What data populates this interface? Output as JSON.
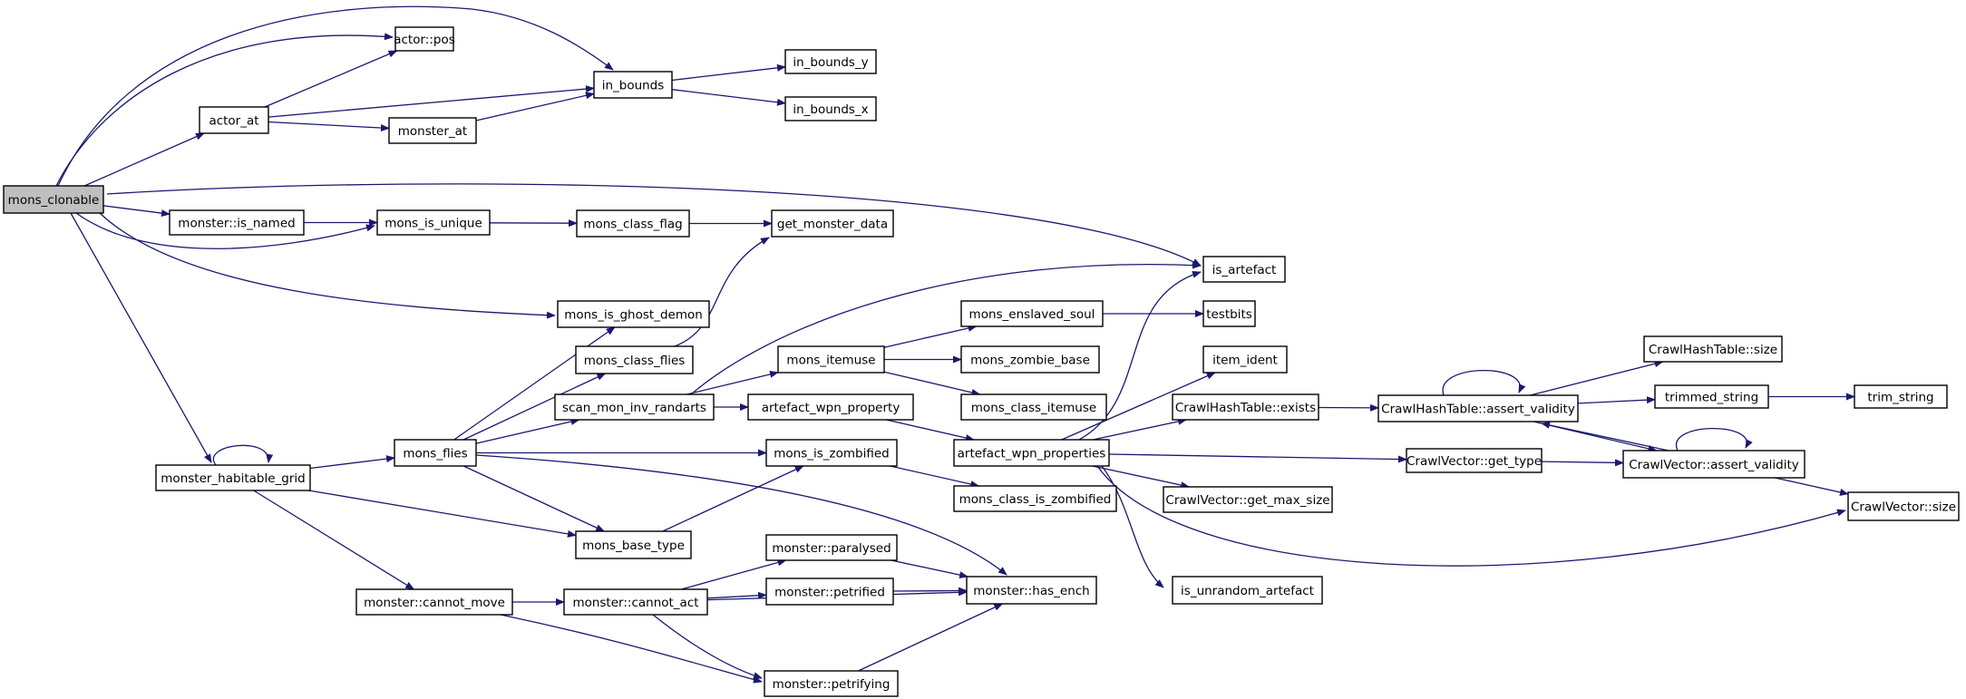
{
  "colors": {
    "edge": "#191970",
    "root_fill": "#bfbfbf",
    "node_fill": "#ffffff",
    "node_border": "#000000"
  },
  "nodes": [
    {
      "id": "mons_clonable",
      "label": "mons_clonable",
      "root": true
    },
    {
      "id": "actor_pos",
      "label": "actor::pos"
    },
    {
      "id": "actor_at",
      "label": "actor_at"
    },
    {
      "id": "in_bounds",
      "label": "in_bounds"
    },
    {
      "id": "in_bounds_y",
      "label": "in_bounds_y"
    },
    {
      "id": "in_bounds_x",
      "label": "in_bounds_x"
    },
    {
      "id": "monster_at",
      "label": "monster_at"
    },
    {
      "id": "monster_is_named",
      "label": "monster::is_named"
    },
    {
      "id": "mons_is_unique",
      "label": "mons_is_unique"
    },
    {
      "id": "mons_class_flag",
      "label": "mons_class_flag"
    },
    {
      "id": "get_monster_data",
      "label": "get_monster_data"
    },
    {
      "id": "is_artefact",
      "label": "is_artefact"
    },
    {
      "id": "mons_is_ghost_demon",
      "label": "mons_is_ghost_demon"
    },
    {
      "id": "mons_enslaved_soul",
      "label": "mons_enslaved_soul"
    },
    {
      "id": "testbits",
      "label": "testbits"
    },
    {
      "id": "mons_class_flies",
      "label": "mons_class_flies"
    },
    {
      "id": "mons_itemuse",
      "label": "mons_itemuse"
    },
    {
      "id": "mons_zombie_base",
      "label": "mons_zombie_base"
    },
    {
      "id": "item_ident",
      "label": "item_ident"
    },
    {
      "id": "crawlhash_size",
      "label": "CrawlHashTable::size"
    },
    {
      "id": "scan_mon_inv_randarts",
      "label": "scan_mon_inv_randarts"
    },
    {
      "id": "artefact_wpn_property",
      "label": "artefact_wpn_property"
    },
    {
      "id": "mons_class_itemuse",
      "label": "mons_class_itemuse"
    },
    {
      "id": "crawlhash_exists",
      "label": "CrawlHashTable::exists"
    },
    {
      "id": "crawlhash_assert",
      "label": "CrawlHashTable::assert_validity"
    },
    {
      "id": "trimmed_string",
      "label": "trimmed_string"
    },
    {
      "id": "trim_string",
      "label": "trim_string"
    },
    {
      "id": "mons_flies",
      "label": "mons_flies"
    },
    {
      "id": "mons_is_zombified",
      "label": "mons_is_zombified"
    },
    {
      "id": "artefact_wpn_properties",
      "label": "artefact_wpn_properties"
    },
    {
      "id": "crawlvec_get_type",
      "label": "CrawlVector::get_type"
    },
    {
      "id": "crawlvec_assert",
      "label": "CrawlVector::assert_validity"
    },
    {
      "id": "monster_habitable_grid",
      "label": "monster_habitable_grid"
    },
    {
      "id": "mons_class_is_zombified",
      "label": "mons_class_is_zombified"
    },
    {
      "id": "crawlvec_get_max_size",
      "label": "CrawlVector::get_max_size"
    },
    {
      "id": "crawlvec_size",
      "label": "CrawlVector::size"
    },
    {
      "id": "mons_base_type",
      "label": "mons_base_type"
    },
    {
      "id": "monster_paralysed",
      "label": "monster::paralysed"
    },
    {
      "id": "monster_cannot_move",
      "label": "monster::cannot_move"
    },
    {
      "id": "monster_cannot_act",
      "label": "monster::cannot_act"
    },
    {
      "id": "monster_petrified",
      "label": "monster::petrified"
    },
    {
      "id": "monster_has_ench",
      "label": "monster::has_ench"
    },
    {
      "id": "is_unrandom_artefact",
      "label": "is_unrandom_artefact"
    },
    {
      "id": "monster_petrifying",
      "label": "monster::petrifying"
    }
  ],
  "edges": [
    [
      "mons_clonable",
      "actor_pos"
    ],
    [
      "mons_clonable",
      "in_bounds"
    ],
    [
      "mons_clonable",
      "actor_at"
    ],
    [
      "mons_clonable",
      "is_artefact"
    ],
    [
      "mons_clonable",
      "monster_is_named"
    ],
    [
      "mons_clonable",
      "mons_is_unique"
    ],
    [
      "mons_clonable",
      "mons_is_ghost_demon"
    ],
    [
      "mons_clonable",
      "monster_habitable_grid"
    ],
    [
      "actor_at",
      "actor_pos"
    ],
    [
      "actor_at",
      "in_bounds"
    ],
    [
      "actor_at",
      "monster_at"
    ],
    [
      "monster_at",
      "in_bounds"
    ],
    [
      "in_bounds",
      "in_bounds_y"
    ],
    [
      "in_bounds",
      "in_bounds_x"
    ],
    [
      "monster_is_named",
      "mons_is_unique"
    ],
    [
      "mons_is_unique",
      "mons_class_flag"
    ],
    [
      "mons_class_flag",
      "get_monster_data"
    ],
    [
      "mons_class_flies",
      "get_monster_data"
    ],
    [
      "scan_mon_inv_randarts",
      "is_artefact"
    ],
    [
      "scan_mon_inv_randarts",
      "mons_itemuse"
    ],
    [
      "scan_mon_inv_randarts",
      "artefact_wpn_property"
    ],
    [
      "mons_itemuse",
      "mons_enslaved_soul"
    ],
    [
      "mons_itemuse",
      "mons_zombie_base"
    ],
    [
      "mons_itemuse",
      "mons_class_itemuse"
    ],
    [
      "mons_enslaved_soul",
      "testbits"
    ],
    [
      "artefact_wpn_property",
      "artefact_wpn_properties"
    ],
    [
      "artefact_wpn_properties",
      "is_artefact"
    ],
    [
      "artefact_wpn_properties",
      "item_ident"
    ],
    [
      "artefact_wpn_properties",
      "crawlhash_exists"
    ],
    [
      "artefact_wpn_properties",
      "crawlvec_get_type"
    ],
    [
      "artefact_wpn_properties",
      "crawlvec_get_max_size"
    ],
    [
      "artefact_wpn_properties",
      "is_unrandom_artefact"
    ],
    [
      "artefact_wpn_properties",
      "crawlvec_size"
    ],
    [
      "crawlhash_exists",
      "crawlhash_assert"
    ],
    [
      "crawlhash_assert",
      "crawlhash_assert"
    ],
    [
      "crawlhash_assert",
      "crawlhash_size"
    ],
    [
      "crawlhash_assert",
      "trimmed_string"
    ],
    [
      "crawlhash_assert",
      "crawlvec_assert"
    ],
    [
      "trimmed_string",
      "trim_string"
    ],
    [
      "crawlvec_get_type",
      "crawlvec_assert"
    ],
    [
      "crawlvec_assert",
      "crawlvec_assert"
    ],
    [
      "crawlvec_assert",
      "crawlhash_assert"
    ],
    [
      "crawlvec_assert",
      "crawlvec_size"
    ],
    [
      "monster_habitable_grid",
      "monster_habitable_grid"
    ],
    [
      "monster_habitable_grid",
      "mons_flies"
    ],
    [
      "monster_habitable_grid",
      "mons_base_type"
    ],
    [
      "monster_habitable_grid",
      "monster_cannot_move"
    ],
    [
      "mons_flies",
      "mons_is_ghost_demon"
    ],
    [
      "mons_flies",
      "mons_class_flies"
    ],
    [
      "mons_flies",
      "scan_mon_inv_randarts"
    ],
    [
      "mons_flies",
      "mons_is_zombified"
    ],
    [
      "mons_flies",
      "mons_base_type"
    ],
    [
      "mons_flies",
      "monster_has_ench"
    ],
    [
      "mons_is_zombified",
      "mons_class_is_zombified"
    ],
    [
      "mons_base_type",
      "mons_is_zombified"
    ],
    [
      "monster_cannot_move",
      "monster_cannot_act"
    ],
    [
      "monster_cannot_move",
      "monster_petrifying"
    ],
    [
      "monster_cannot_act",
      "monster_paralysed"
    ],
    [
      "monster_cannot_act",
      "monster_petrified"
    ],
    [
      "monster_cannot_act",
      "monster_has_ench"
    ],
    [
      "monster_cannot_act",
      "monster_petrifying"
    ],
    [
      "monster_paralysed",
      "monster_has_ench"
    ],
    [
      "monster_petrified",
      "monster_has_ench"
    ],
    [
      "monster_petrifying",
      "monster_has_ench"
    ]
  ]
}
